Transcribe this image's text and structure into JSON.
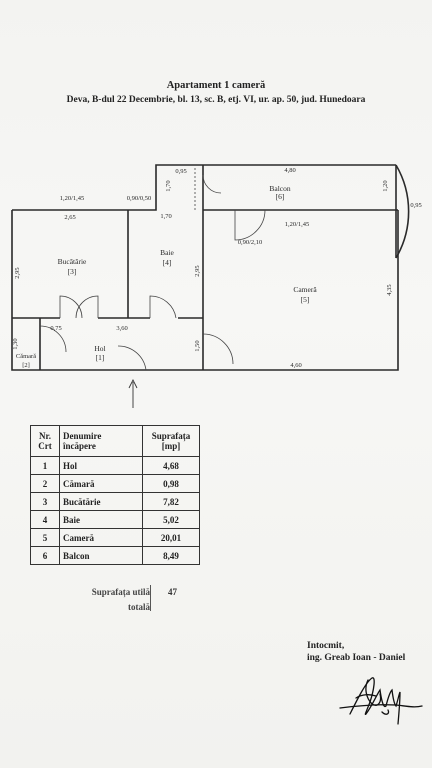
{
  "document": {
    "title": "Apartament 1 cameră",
    "address": "Deva, B-dul 22 Decembrie, bl. 13, sc. B, etj. VI, ur. ap. 50, jud. Hunedoara"
  },
  "plan": {
    "rooms": [
      {
        "name": "Bucătărie",
        "number": "[3]"
      },
      {
        "name": "Baie",
        "number": "[4]"
      },
      {
        "name": "Cameră",
        "number": "[5]"
      },
      {
        "name": "Balcon",
        "number": "[6]"
      },
      {
        "name": "Hol",
        "number": "[1]"
      },
      {
        "name": "Cămară",
        "number": "[2]"
      }
    ],
    "dimensions": {
      "d_120_145_left": "1,20/1,45",
      "d_090_050": "0,90/0,50",
      "d_170_vert": "1,70",
      "d_095_top": "0,95",
      "d_480": "4,80",
      "d_120_right": "1,20",
      "d_095_right": "0,95",
      "d_265": "2,65",
      "d_170_mid": "1,70",
      "d_120_145_right": "1,20/1,45",
      "d_090_210": "0,90/2,10",
      "d_295": "2,95",
      "d_295_mid": "2,95",
      "d_435": "4,35",
      "d_075": "0,75",
      "d_130_left": "1,30",
      "d_360": "3,60",
      "d_150": "1,50",
      "d_460": "4,60"
    }
  },
  "table": {
    "headers": {
      "nr": [
        "Nr.",
        "Crt"
      ],
      "name": [
        "Denumire",
        "încăpere"
      ],
      "area": [
        "Suprafața",
        "[mp]"
      ]
    },
    "rows": [
      {
        "nr": "1",
        "name": "Hol",
        "area": "4,68"
      },
      {
        "nr": "2",
        "name": "Cămară",
        "area": "0,98"
      },
      {
        "nr": "3",
        "name": "Bucătărie",
        "area": "7,82"
      },
      {
        "nr": "4",
        "name": "Baie",
        "area": "5,02"
      },
      {
        "nr": "5",
        "name": "Cameră",
        "area": "20,01"
      },
      {
        "nr": "6",
        "name": "Balcon",
        "area": "8,49"
      }
    ],
    "total_label_1": "Suprafața utilă",
    "total_label_2": "totală",
    "total_value": "47"
  },
  "author": {
    "line1": "Intocmit,",
    "line2": "ing. Greab Ioan - Daniel"
  }
}
